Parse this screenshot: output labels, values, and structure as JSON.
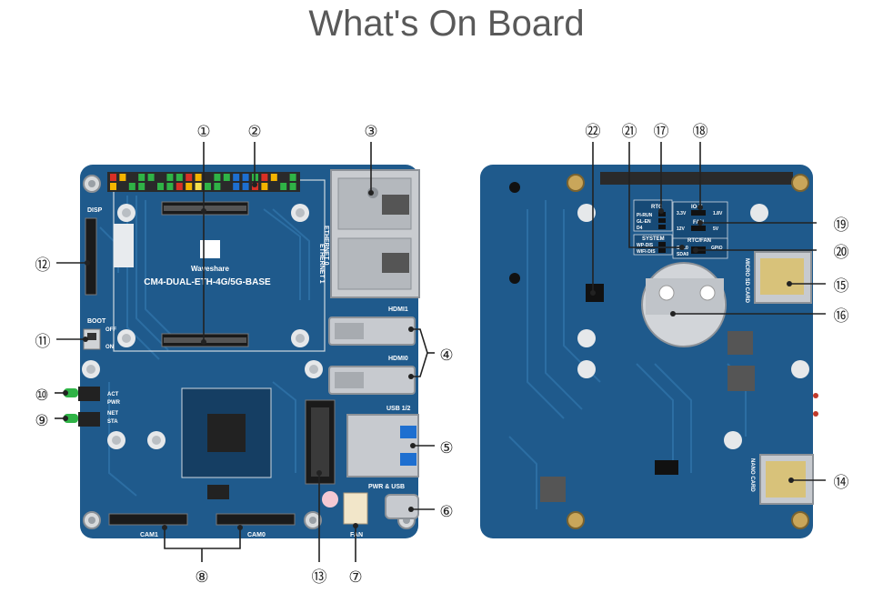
{
  "title": "What's On Board",
  "colors": {
    "pcb": "#1f5a8c",
    "pcb_dark": "#174a76",
    "trace": "#2c6ea3",
    "silk": "#ffffff",
    "metal": "#c8cbcf"
  },
  "silk_front": {
    "board_name": "CM4-DUAL-ETH-4G/5G-BASE",
    "brand": "Waveshare",
    "disp": "DISP",
    "boot": "BOOT",
    "off": "OFF",
    "on": "ON",
    "act": "ACT",
    "pwr": "PWR",
    "net": "NET",
    "sta": "STA",
    "hdmi1": "HDMI1",
    "hdmi0": "HDMI0",
    "usb12": "USB 1/2",
    "pwr_usb": "PWR & USB",
    "cam1": "CAM1",
    "cam0": "CAM0",
    "fan": "FAN",
    "eth0": "ETHERNET 0",
    "eth1": "ETHERNET 1"
  },
  "silk_back": {
    "rtc": "RTC",
    "pi_run": "PI-RUN",
    "gl_en": "GL-EN",
    "d4": "D4",
    "system": "SYSTEM",
    "wp_dis": "WP-DIS",
    "wifi_dis": "WIFI-DIS",
    "io_v": "IO-V",
    "v33": "3.3V",
    "v18": "1.8V",
    "fan": "FAN",
    "v12": "12V",
    "v5": "5V",
    "rtc_fan": "RTC/FAN",
    "scl0": "SCL0",
    "sda0": "SDA0",
    "gpio": "GPIO",
    "micro_sd": "MICRO SD CARD",
    "nano_card": "NANO CARD"
  },
  "callouts": [
    "①",
    "②",
    "③",
    "④",
    "⑤",
    "⑥",
    "⑦",
    "⑧",
    "⑨",
    "⑩",
    "⑪",
    "⑫",
    "⑬",
    "⑭",
    "⑮",
    "⑯",
    "⑰",
    "⑱",
    "⑲",
    "⑳",
    "㉑",
    "㉒"
  ]
}
